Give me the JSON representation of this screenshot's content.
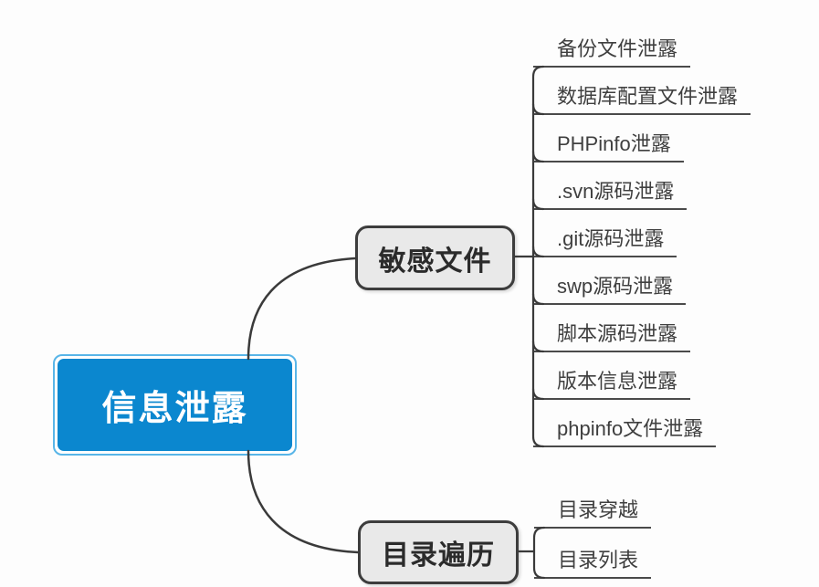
{
  "root": {
    "label": "信息泄露"
  },
  "branches": [
    {
      "label": "敏感文件",
      "children": [
        "备份文件泄露",
        "数据库配置文件泄露",
        "PHPinfo泄露",
        ".svn源码泄露",
        ".git源码泄露",
        "swp源码泄露",
        "脚本源码泄露",
        "版本信息泄露",
        "phpinfo文件泄露"
      ]
    },
    {
      "label": "目录遍历",
      "children": [
        "目录穿越",
        "目录列表"
      ]
    }
  ],
  "colors": {
    "root_fill": "#0b87cf",
    "root_text": "#ffffff",
    "selection_highlight": "#58b5e8",
    "branch_fill": "#e9e9e9",
    "branch_border": "#3d3d3d",
    "branch_text": "#2b2b2b",
    "leaf_text": "#3f3f3f",
    "line": "#3a3a3a",
    "background": "#fdfdfd"
  }
}
